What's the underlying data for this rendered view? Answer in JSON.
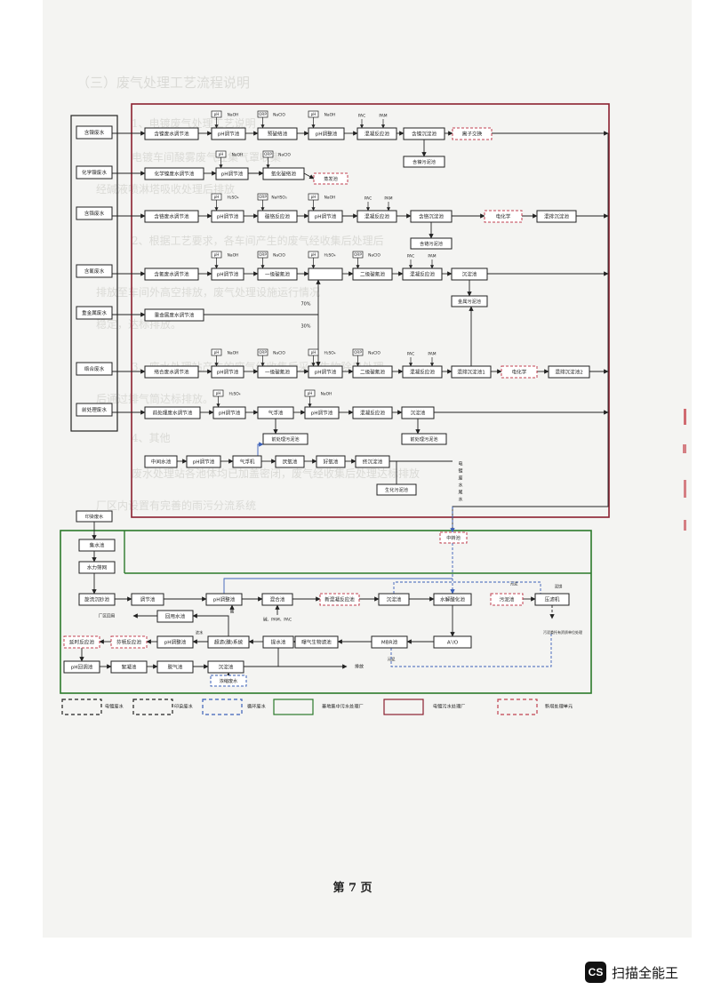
{
  "background_text": [
    "（三）废气处理工艺流程说明",
    "1、电镀废气处理工艺说明",
    "电镀车间酸雾废气经集气罩收集",
    "经碱液喷淋塔吸收处理后排放",
    "2、根据工艺要求，各车间产生的废气经收集后处理后",
    "排放至车间外高空排放，废气处理设施运行情况",
    "稳定，达标排放。",
    "3、废水处理站产生的废气经收集后采用生物除臭处理",
    "后通过排气筒达标排放。",
    "4、其他",
    "废水处理站各池体均已加盖密闭，废气经收集后处理达标排放",
    "厂区内设置有完善的雨污分流系统"
  ],
  "nodes": {
    "src_nickel": "含镍废水",
    "src_chem_nickel": "化学镍废水",
    "src_chrome": "含铬废水",
    "src_cyanide": "含氰废水",
    "src_heavy": "重金属废水",
    "src_complex": "络合废水",
    "src_pretreat": "前处理废水",
    "src_dyeing": "印染废水",
    "n1_adj": "含镍废水调节池",
    "n1_ph": "pH调节池",
    "n1_break": "预破络池",
    "n1_ph2": "pH调整池",
    "n1_coag": "混凝反应池",
    "n1_sed": "含镍沉淀池",
    "n1_ion": "离子交换",
    "n1_sludge": "含镍污泥池",
    "n2_adj": "化学镍废水调节池",
    "n2_ph": "pH调节池",
    "n2_ox": "氧化破络池",
    "n2_evap": "蒸发池",
    "n3_adj": "含铬废水调节池",
    "n3_ph": "pH调节池",
    "n3_red": "破铬反应池",
    "n3_ph2": "pH调节池",
    "n3_coag": "混凝反应池",
    "n3_sed": "含铬沉淀池",
    "n3_elec": "电化学",
    "n3_hsed": "混排沉淀池",
    "n3_sludge": "含铬污泥池",
    "n4_adj": "含氰废水调节池",
    "n4_ox1": "一级破氰池",
    "n4_ph": "pH调节池",
    "n4_ox2": "二级破氰池",
    "n4_coag": "混凝反应池",
    "n4_sed": "沉淀池",
    "n4_sludge": "金属污泥池",
    "n5_adj": "重金属废水调节池",
    "pct_70": "70%",
    "pct_30": "30%",
    "n6_adj": "络合废水调节池",
    "n6_ph": "pH调节池",
    "n6_ox1": "一级破氰池",
    "n6_ph2": "pH调节池",
    "n6_ox2": "二级破氰池",
    "n6_coag": "混凝反应池",
    "n6_sed1": "混排沉淀池1",
    "n6_elec": "电化学",
    "n6_sed2": "混排沉淀池2",
    "n7_adj": "前处理废水调节池",
    "n7_ph": "pH调节池",
    "n7_air": "气浮池",
    "n7_ph2": "pH调节池",
    "n7_coag": "混凝反应池",
    "n7_sed": "沉淀池",
    "n7_sludge1": "前处理污泥池",
    "n7_sludge2": "前处理污泥池",
    "n8_mid": "中间水池",
    "n8_ph": "pH调节池",
    "n8_air": "气浮机",
    "n8_ana": "厌氧池",
    "n8_aer": "好氧池",
    "n8_sed": "终沉淀池",
    "n8_sludge": "生化污泥池",
    "vertical_label": "电镀废水尾水",
    "transfer": "中转池",
    "g_col": "集水池",
    "g_screen": "水力筛网",
    "g_grit": "旋流沉砂池",
    "g_adj": "调节池",
    "g_ph": "pH调整池",
    "g_mix": "混合池",
    "g_newcoag": "新混凝反应池",
    "g_sed": "沉淀池",
    "g_hyd": "水解酸化池",
    "g_sludge": "污泥池",
    "g_press": "压滤机",
    "g_a2o": "A²/O",
    "g_mbr": "MBR池",
    "g_bio": "曝气生物滤池",
    "g_pump": "提水池",
    "g_ro": "超滤(膜)系统",
    "g_reuse": "回用水池",
    "g_factory": "厂区回用",
    "g_ph3": "pH调整池",
    "g_fenton": "芬顿反应池",
    "g_ext": "延时反应池",
    "g_ph4": "pH回调池",
    "g_floc": "絮凝池",
    "g_deg": "脱气池",
    "g_sed2": "沉淀池",
    "g_conc": "浓缩废水",
    "g_discharge": "排放"
  },
  "chemicals": {
    "ph": "pH",
    "orp": "ORP",
    "naoh": "NaOH",
    "naclo": "NaClO",
    "h2so4": "H₂SO₄",
    "nahso3": "NaHSO₃",
    "pac": "PAC",
    "pam": "PAM",
    "alkali_pam_pac": "碱、PAM、PAC",
    "acid": "酸",
    "sludge_label": "污泥",
    "sludge_label2": "污泥",
    "mud": "泥饼",
    "concentrate": "浓水",
    "outbound": "污泥委托有资质单位处理"
  },
  "legend": {
    "electroplating": "电镀废水",
    "dyeing": "印染废水",
    "pretreat": "循环废水",
    "green_plant": "基地集中污水处理厂",
    "red_plant": "电镀污水处理厂",
    "new_unit": "新增处理单元"
  },
  "page": {
    "number": "第 7 页"
  },
  "watermark": {
    "logo": "CS",
    "name": "扫描全能王"
  },
  "colors": {
    "red": "#8b2030",
    "green": "#2b7a2b",
    "blue": "#3a5fb8",
    "ink": "#222222",
    "dash": "#c04050"
  }
}
